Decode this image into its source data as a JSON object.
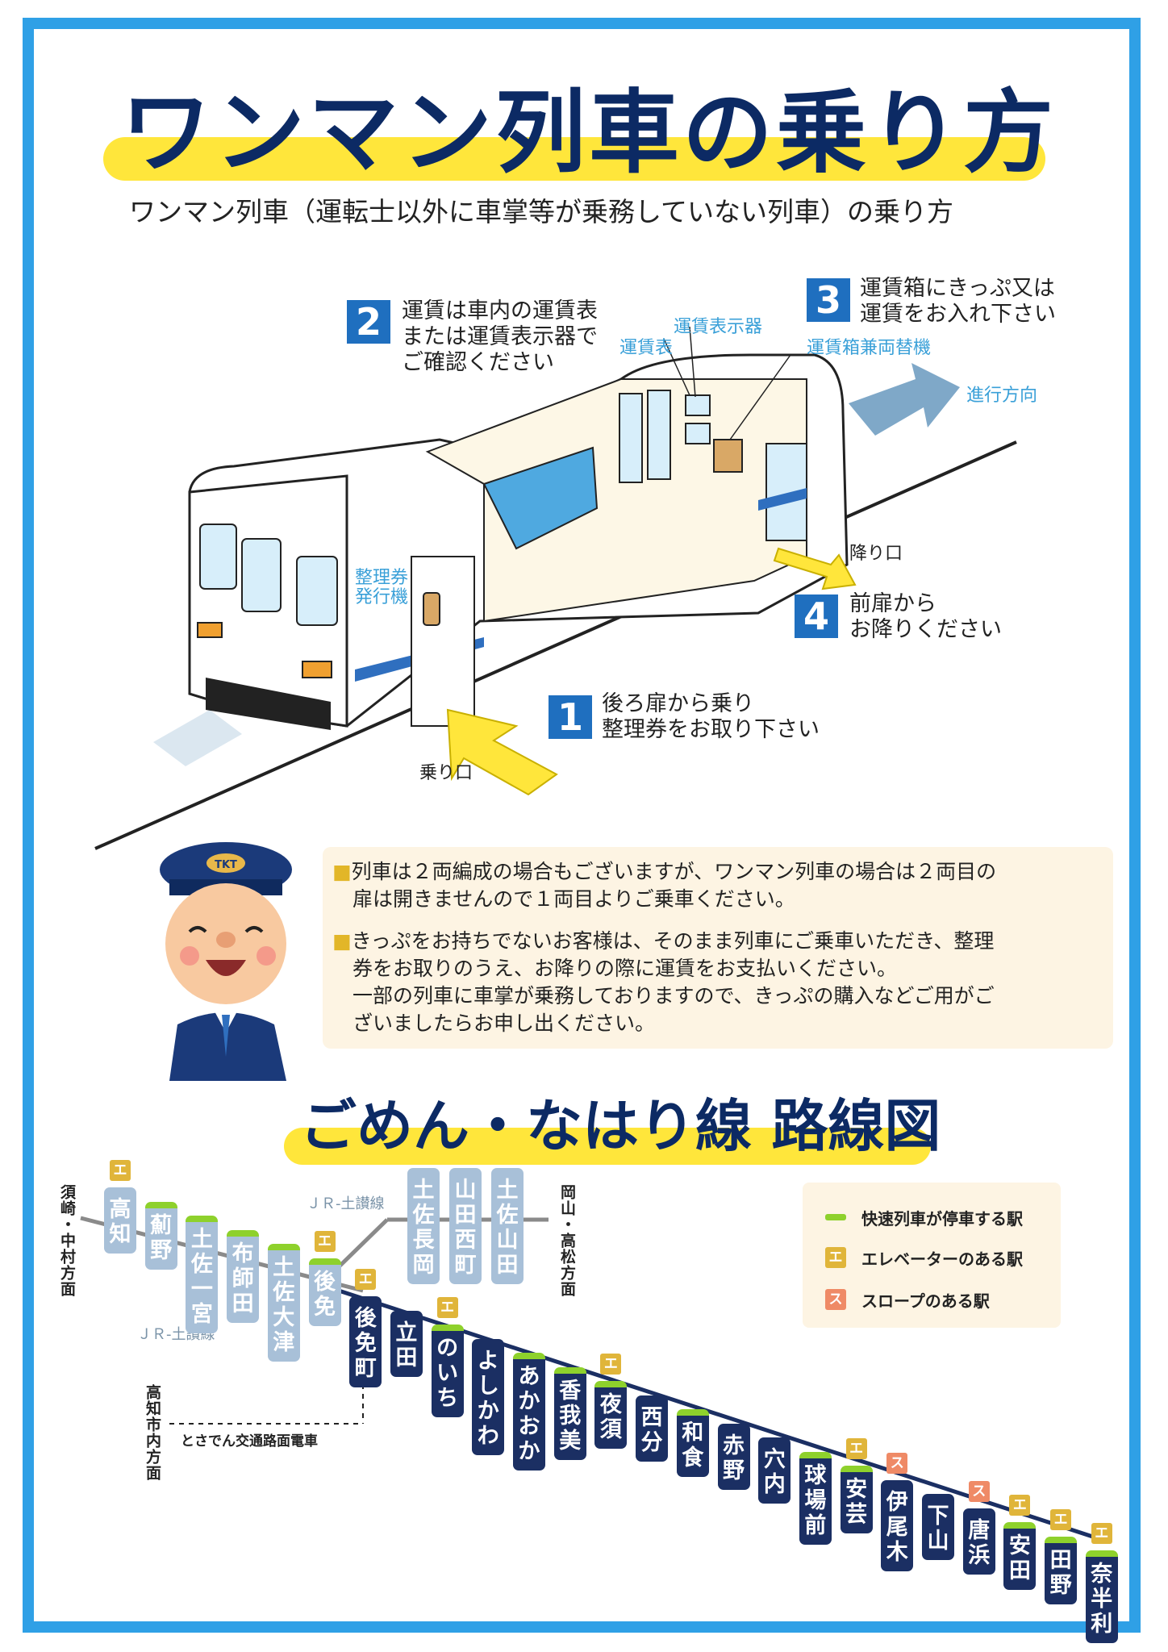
{
  "title": "ワンマン列車の乗り方",
  "subtitle": "ワンマン列車（運転士以外に車掌等が乗務していない列車）の乗り方",
  "steps": [
    {
      "num": "1",
      "lines": [
        "後ろ扉から乗り",
        "整理券をお取り下さい"
      ]
    },
    {
      "num": "2",
      "lines": [
        "運賃は車内の運賃表",
        "または運賃表示器で",
        "ご確認ください"
      ]
    },
    {
      "num": "3",
      "lines": [
        "運賃箱にきっぷ又は",
        "運賃をお入れ下さい"
      ]
    },
    {
      "num": "4",
      "lines": [
        "前扉から",
        "お降りください"
      ]
    }
  ],
  "train_labels": {
    "fare_display": "運賃表示器",
    "fare_table": "運賃表",
    "fare_box": "運賃箱兼両替機",
    "direction": "進行方向",
    "exit": "降り口",
    "entrance": "乗り口",
    "ticket_machine_1": "整理券",
    "ticket_machine_2": "発行機",
    "cap_logo": "TKT"
  },
  "notices": [
    {
      "bullet": "■",
      "lines": [
        "列車は２両編成の場合もございますが、ワンマン列車の場合は２両目の",
        "扉は開きませんので１両目よりご乗車ください。"
      ]
    },
    {
      "bullet": "■",
      "lines": [
        "きっぷをお持ちでないお客様は、そのまま列車にご乗車いただき、整理",
        "券をお取りのうえ、お降りの際に運賃をお支払いください。",
        "一部の列車に車掌が乗務しておりますので、きっぷの購入などご用がご",
        "ざいましたらお申し出ください。"
      ]
    }
  ],
  "route_title": "ごめん・なはり線 路線図",
  "route_labels": {
    "west": "須崎・中村方面",
    "east": "岡山・高松方面",
    "jr_upper": "ＪＲ-土讃線",
    "jr_lower": "ＪＲ-土讃線",
    "city": "高知市内方面",
    "tram": "とさでん交通路面電車"
  },
  "stations": [
    {
      "name": "高知",
      "style": "light",
      "badge": "エ",
      "rapid": false
    },
    {
      "name": "薊野",
      "style": "light",
      "badge": "",
      "rapid": true
    },
    {
      "name": "土佐一宮",
      "style": "light",
      "badge": "",
      "rapid": true
    },
    {
      "name": "布師田",
      "style": "light",
      "badge": "",
      "rapid": true
    },
    {
      "name": "土佐大津",
      "style": "light",
      "badge": "",
      "rapid": true
    },
    {
      "name": "後免",
      "style": "light",
      "badge": "エ",
      "rapid": true
    },
    {
      "name": "後免町",
      "style": "dark",
      "badge": "エ",
      "rapid": false
    },
    {
      "name": "立田",
      "style": "dark",
      "badge": "",
      "rapid": false
    },
    {
      "name": "のいち",
      "style": "dark",
      "badge": "エ",
      "rapid": true
    },
    {
      "name": "よしかわ",
      "style": "dark",
      "badge": "",
      "rapid": false
    },
    {
      "name": "あかおか",
      "style": "dark",
      "badge": "",
      "rapid": true
    },
    {
      "name": "香我美",
      "style": "dark",
      "badge": "",
      "rapid": true
    },
    {
      "name": "夜須",
      "style": "dark",
      "badge": "エ",
      "rapid": true
    },
    {
      "name": "西分",
      "style": "dark",
      "badge": "",
      "rapid": false
    },
    {
      "name": "和食",
      "style": "dark",
      "badge": "",
      "rapid": true
    },
    {
      "name": "赤野",
      "style": "dark",
      "badge": "",
      "rapid": false
    },
    {
      "name": "穴内",
      "style": "dark",
      "badge": "",
      "rapid": false
    },
    {
      "name": "球場前",
      "style": "dark",
      "badge": "",
      "rapid": true
    },
    {
      "name": "安芸",
      "style": "dark",
      "badge": "エ",
      "rapid": true
    },
    {
      "name": "伊尾木",
      "style": "dark",
      "badge": "ス",
      "rapid": false
    },
    {
      "name": "下山",
      "style": "dark",
      "badge": "",
      "rapid": false
    },
    {
      "name": "唐浜",
      "style": "dark",
      "badge": "ス",
      "rapid": false
    },
    {
      "name": "安田",
      "style": "dark",
      "badge": "エ",
      "rapid": true
    },
    {
      "name": "田野",
      "style": "dark",
      "badge": "エ",
      "rapid": true
    },
    {
      "name": "奈半利",
      "style": "dark",
      "badge": "エ",
      "rapid": true
    }
  ],
  "jr_stations": [
    {
      "name": "土佐長岡"
    },
    {
      "name": "山田西町"
    },
    {
      "name": "土佐山田"
    }
  ],
  "legend": [
    {
      "label": "快速列車が停車する駅",
      "mark": ""
    },
    {
      "label": "エレベーターのある駅",
      "mark": "エ"
    },
    {
      "label": "スロープのある駅",
      "mark": "ス"
    }
  ],
  "colors": {
    "border": "#2fa0e6",
    "navy": "#0c2a64",
    "yellow": "#ffe63b",
    "rapid_green": "#8ed12c",
    "elevator": "#e0b53a",
    "slope": "#ef8a66"
  }
}
